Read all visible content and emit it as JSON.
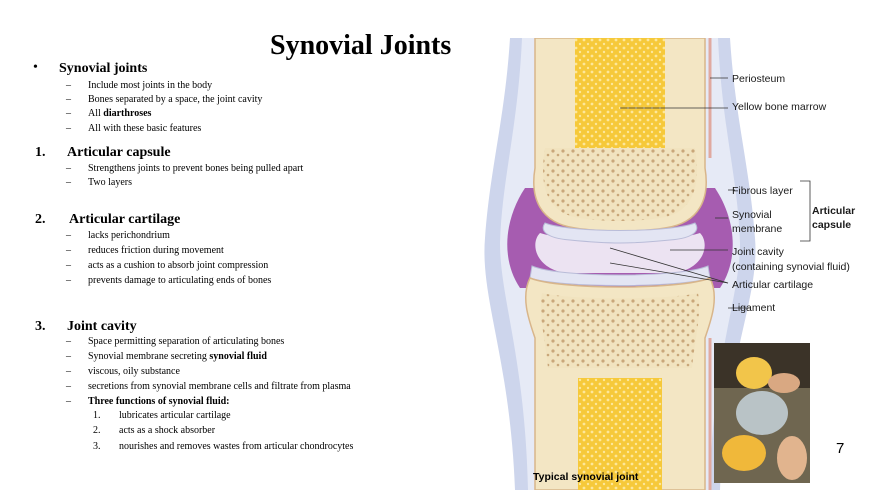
{
  "title": "Synovial Joints",
  "sections": [
    {
      "marker": "•",
      "heading": "Synovial joints",
      "items": [
        {
          "pre": "Include most joints in the body",
          "bold": "",
          "post": ""
        },
        {
          "pre": "Bones separated by a space, the joint cavity",
          "bold": "",
          "post": ""
        },
        {
          "pre": "All ",
          "bold": "diarthroses",
          "post": ""
        },
        {
          "pre": "All with these basic features",
          "bold": "",
          "post": ""
        }
      ]
    },
    {
      "marker": "1.",
      "heading": "Articular capsule",
      "items": [
        {
          "pre": "Strengthens joints to prevent bones being pulled apart",
          "bold": "",
          "post": ""
        },
        {
          "pre": "Two layers",
          "bold": "",
          "post": ""
        }
      ]
    },
    {
      "marker": "2.",
      "heading": "Articular cartilage",
      "items": [
        {
          "pre": "lacks perichondrium",
          "bold": "",
          "post": ""
        },
        {
          "pre": "reduces friction during movement",
          "bold": "",
          "post": ""
        },
        {
          "pre": "acts as a cushion to absorb joint compression",
          "bold": "",
          "post": ""
        },
        {
          "pre": "prevents damage to articulating ends of bones",
          "bold": "",
          "post": ""
        }
      ]
    },
    {
      "marker": "3.",
      "heading": "Joint cavity",
      "items": [
        {
          "pre": "Space permitting separation of articulating bones",
          "bold": "",
          "post": ""
        },
        {
          "pre": "Synovial membrane secreting ",
          "bold": "synovial fluid",
          "post": ""
        },
        {
          "pre": "viscous, oily substance",
          "bold": "",
          "post": ""
        },
        {
          "pre": "secretions from synovial membrane cells and filtrate from plasma",
          "bold": "",
          "post": ""
        },
        {
          "pre": "",
          "bold": "Three functions of synovial fluid:",
          "post": ""
        }
      ],
      "numbered": [
        {
          "n": "1.",
          "text": "lubricates articular cartilage"
        },
        {
          "n": "2.",
          "text": "acts as a shock absorber"
        },
        {
          "n": "3.",
          "text": "nourishes and removes wastes from articular chondrocytes"
        }
      ]
    }
  ],
  "dash": "–",
  "diagram": {
    "labels": {
      "periosteum": "Periosteum",
      "yellow_marrow": "Yellow bone marrow",
      "fibrous_layer": "Fibrous layer",
      "synovial_membrane_1": "Synovial",
      "synovial_membrane_2": "membrane",
      "articular_capsule_1": "Articular",
      "articular_capsule_2": "capsule",
      "joint_cavity_1": "Joint cavity",
      "joint_cavity_2": "(containing synovial fluid)",
      "articular_cartilage": "Articular cartilage",
      "ligament": "Ligament"
    },
    "caption": "Typical synovial joint"
  },
  "page_number": "7",
  "colors": {
    "bone": "#f3e6c4",
    "marrow": "#f6c93a",
    "capsule": "#b06fb8",
    "cavity": "#e9def0",
    "ligament": "#c9d3ea",
    "cartilage": "#e3e5f3"
  }
}
